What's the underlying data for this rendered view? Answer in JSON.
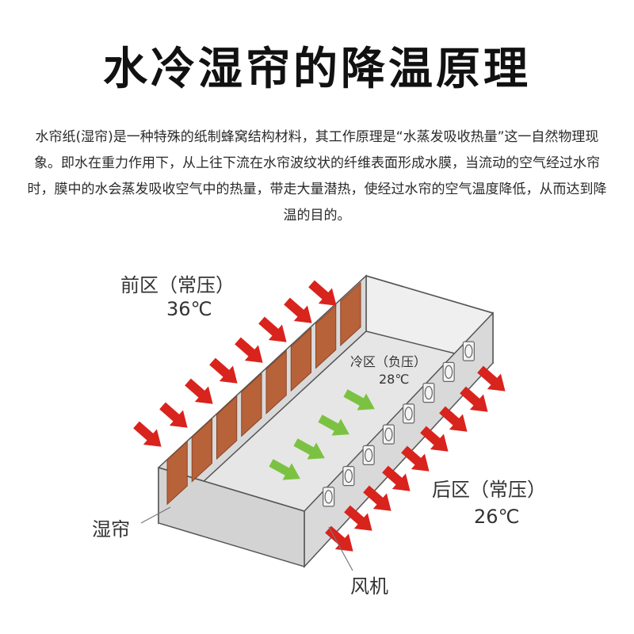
{
  "title": "水冷湿帘的降温原理",
  "description": "水帘纸(湿帘)是一种特殊的纸制蜂窝结构材料，其工作原理是“水蒸发吸收热量”这一自然物理现象。即水在重力作用下，从上往下流在水帘波纹状的纤维表面形成水膜，当流动的空气经过水帘时，膜中的水会蒸发吸收空气中的热量，带走大量潜热，使经过水帘的空气温度降低，从而达到降温的目的。",
  "diagram": {
    "front_zone": {
      "label": "前区（常压）",
      "temp": "36℃"
    },
    "cool_zone": {
      "label": "冷区（负压）",
      "temp": "28℃"
    },
    "back_zone": {
      "label": "后区（常压）",
      "temp": "26℃"
    },
    "pad_label": "湿帘",
    "fan_label": "风机",
    "colors": {
      "hot_arrow": "#d9231d",
      "cool_arrow": "#7cc242",
      "pad": "#b8623a",
      "box_face": "#d9d9d9",
      "box_edge": "#444444"
    }
  }
}
